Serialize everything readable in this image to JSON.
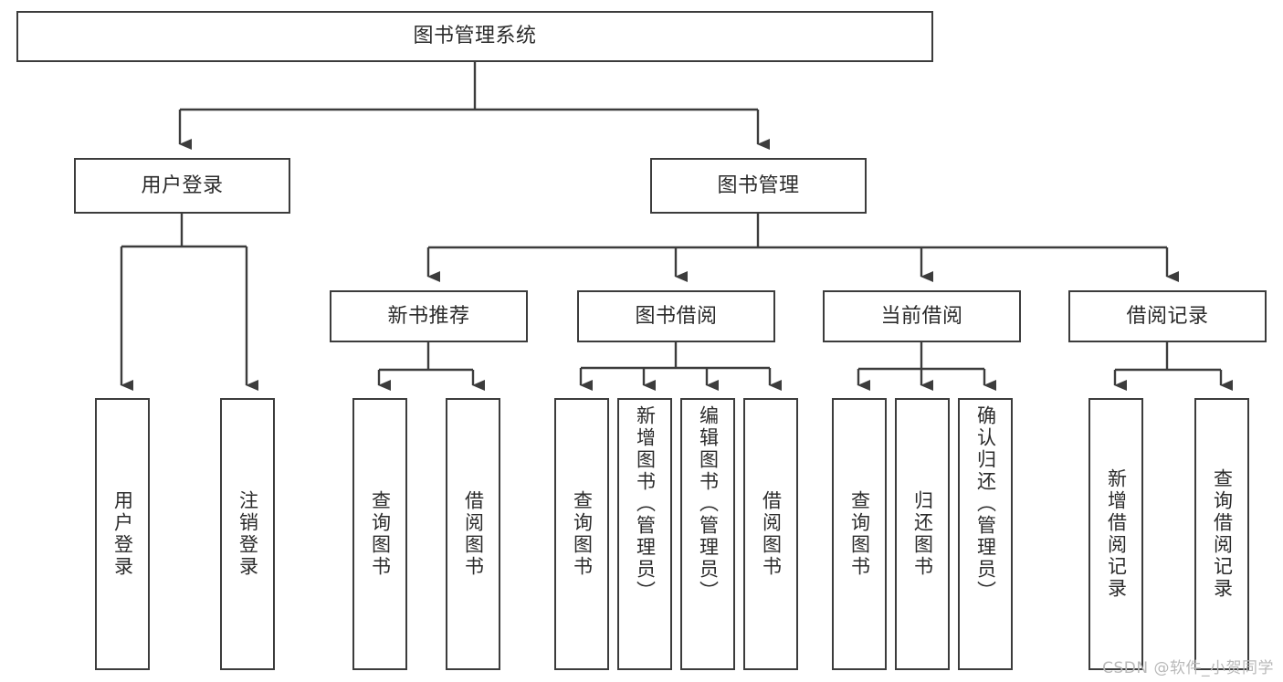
{
  "diagram": {
    "title": "图书管理系统",
    "type": "hierarchy-tree",
    "stroke_color": "#3c3c3c",
    "text_color": "#2b2b2b",
    "background_color": "#ffffff",
    "root": {
      "label": "图书管理系统"
    },
    "level1": [
      {
        "label": "用户登录"
      },
      {
        "label": "图书管理"
      }
    ],
    "level2": [
      {
        "label": "新书推荐"
      },
      {
        "label": "图书借阅"
      },
      {
        "label": "当前借阅"
      },
      {
        "label": "借阅记录"
      }
    ],
    "leaves": {
      "user_login": [
        {
          "label": "用户登录"
        },
        {
          "label": "注销登录"
        }
      ],
      "new_book_recommend": [
        {
          "label": "查询图书"
        },
        {
          "label": "借阅图书"
        }
      ],
      "book_borrow": [
        {
          "label": "查询图书"
        },
        {
          "label": "新增图书（管理员）"
        },
        {
          "label": "编辑图书（管理员）"
        },
        {
          "label": "借阅图书"
        }
      ],
      "current_borrow": [
        {
          "label": "查询图书"
        },
        {
          "label": "归还图书"
        },
        {
          "label": "确认归还（管理员）"
        }
      ],
      "borrow_record": [
        {
          "label": "新增借阅记录"
        },
        {
          "label": "查询借阅记录"
        }
      ]
    }
  },
  "watermark": {
    "text": "CSDN @软件_小贺同学"
  }
}
